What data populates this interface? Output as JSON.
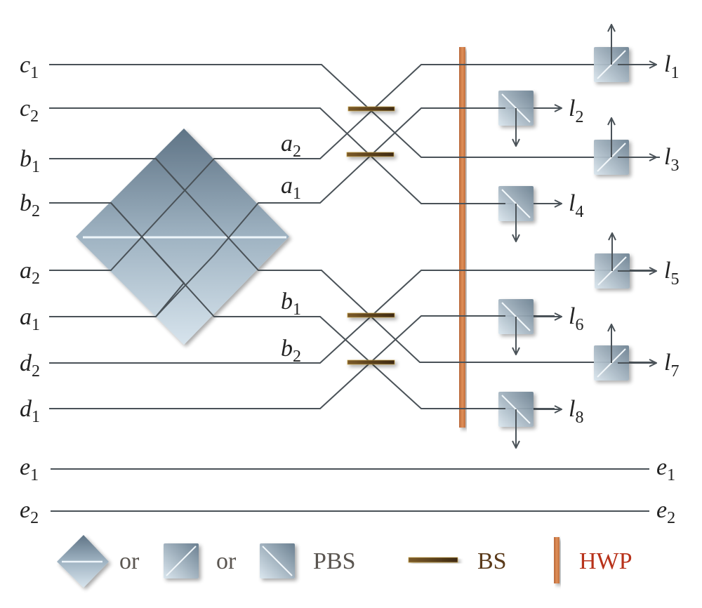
{
  "title": "Optical circuit diagram with PBS, BS and HWP",
  "input_modes": [
    {
      "letter": "c",
      "index": "1"
    },
    {
      "letter": "c",
      "index": "2"
    },
    {
      "letter": "b",
      "index": "1"
    },
    {
      "letter": "b",
      "index": "2"
    },
    {
      "letter": "a",
      "index": "2"
    },
    {
      "letter": "a",
      "index": "1"
    },
    {
      "letter": "d",
      "index": "2"
    },
    {
      "letter": "d",
      "index": "1"
    }
  ],
  "intermediate_modes": [
    {
      "letter": "a",
      "index": "2"
    },
    {
      "letter": "a",
      "index": "1"
    },
    {
      "letter": "b",
      "index": "1"
    },
    {
      "letter": "b",
      "index": "2"
    }
  ],
  "output_modes": [
    {
      "letter": "l",
      "index": "1"
    },
    {
      "letter": "l",
      "index": "2"
    },
    {
      "letter": "l",
      "index": "3"
    },
    {
      "letter": "l",
      "index": "4"
    },
    {
      "letter": "l",
      "index": "5"
    },
    {
      "letter": "l",
      "index": "6"
    },
    {
      "letter": "l",
      "index": "7"
    },
    {
      "letter": "l",
      "index": "8"
    }
  ],
  "passthrough_modes": [
    {
      "letter": "e",
      "index": "1"
    },
    {
      "letter": "e",
      "index": "2"
    }
  ],
  "legend": {
    "or1": "or",
    "or2": "or",
    "pbs": "PBS",
    "bs": "BS",
    "hwp": "HWP"
  },
  "colors": {
    "line": "#4a5258",
    "pbs_dark": "#6a7f8e",
    "pbs_light": "#d6e3ec",
    "bs": "#5a4020",
    "bs_edge": "#c9a64a",
    "hwp": "#d9844e",
    "pbs_label": "#5a5550",
    "bs_label": "#5a3a1a",
    "hwp_label": "#b8321a"
  }
}
